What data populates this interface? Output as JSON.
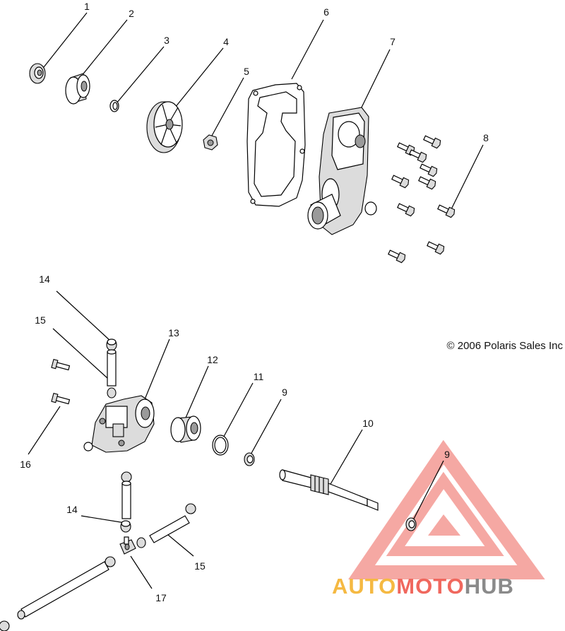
{
  "diagram": {
    "copyright": "© 2006 Polaris Sales Inc",
    "callouts": [
      "1",
      "2",
      "3",
      "4",
      "5",
      "6",
      "7",
      "8",
      "9",
      "9",
      "10",
      "11",
      "12",
      "13",
      "14",
      "14",
      "15",
      "15",
      "16",
      "17"
    ]
  },
  "watermark": {
    "part1": "AUTO",
    "part2": "MOTO",
    "part3": "HUB",
    "colors": {
      "triangle": "#f28b85",
      "auto": "#f5b942",
      "moto": "#f0685e",
      "hub": "#8a8a8a"
    }
  }
}
